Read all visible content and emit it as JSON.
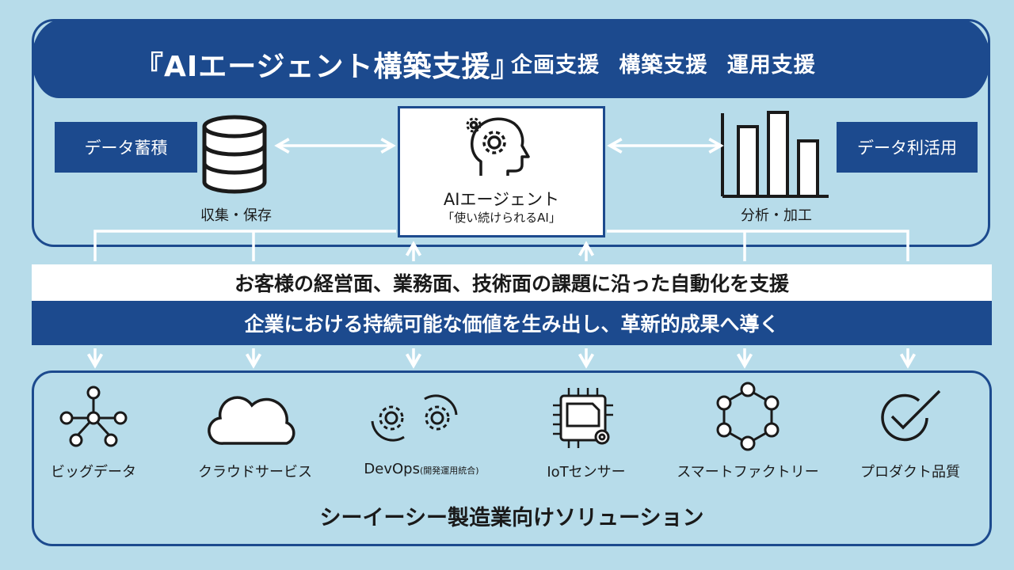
{
  "banner": {
    "title": "『AIエージェント構築支援』",
    "services": "企画支援 構築支援 運用支援"
  },
  "top": {
    "data_store": "データ蓄積",
    "collect_label": "収集・保存",
    "agent_label": "AIエージェント",
    "agent_sub": "「使い続けられるAI」",
    "analysis_label": "分析・加工",
    "data_use": "データ利活用"
  },
  "bands": {
    "white": "お客様の経営面、業務面、技術面の課題に沿った自動化を支援",
    "blue": "企業における持続可能な価値を生み出し、革新的成果へ導く"
  },
  "solutions": {
    "items": [
      {
        "label": "ビッグデータ",
        "icon": "network-nodes-icon"
      },
      {
        "label": "クラウドサービス",
        "icon": "cloud-icon"
      },
      {
        "label": "DevOps",
        "sub": "(開発運用統合)",
        "icon": "gear-cycle-icon"
      },
      {
        "label": "IoTセンサー",
        "icon": "chip-icon"
      },
      {
        "label": "スマートファクトリー",
        "icon": "hexagon-nodes-icon"
      },
      {
        "label": "プロダクト品質",
        "icon": "check-circle-icon"
      }
    ],
    "title": "シーイーシー製造業向けソリューション"
  },
  "colors": {
    "brand": "#1c4a8e",
    "background": "#b7dcea"
  }
}
